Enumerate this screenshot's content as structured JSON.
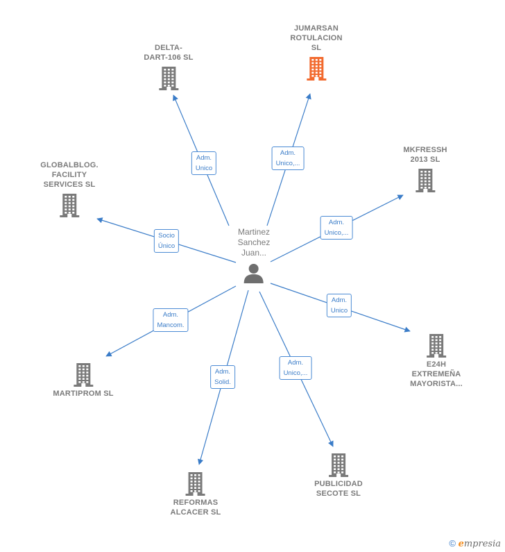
{
  "center": {
    "label": "Martinez\nSanchez\nJuan..."
  },
  "companies": [
    {
      "id": "delta",
      "label": "DELTA-\nDART-106 SL",
      "highlight": false
    },
    {
      "id": "jumarsan",
      "label": "JUMARSAN\nROTULACION\nSL",
      "highlight": true
    },
    {
      "id": "mkfressh",
      "label": "MKFRESSH\n2013 SL",
      "highlight": false
    },
    {
      "id": "globalblog",
      "label": "GLOBALBLOG.\nFACILITY\nSERVICES SL",
      "highlight": false
    },
    {
      "id": "e24h",
      "label": "E24H\nEXTREMEÑA\nMAYORISTA...",
      "highlight": false
    },
    {
      "id": "martiprom",
      "label": "MARTIPROM SL",
      "highlight": false
    },
    {
      "id": "publicidad",
      "label": "PUBLICIDAD\nSECOTE SL",
      "highlight": false
    },
    {
      "id": "reformas",
      "label": "REFORMAS\nALCACER SL",
      "highlight": false
    }
  ],
  "edges": [
    {
      "to": "delta",
      "label": "Adm.\nUnico"
    },
    {
      "to": "jumarsan",
      "label": "Adm.\nUnico,..."
    },
    {
      "to": "mkfressh",
      "label": "Adm.\nUnico,..."
    },
    {
      "to": "globalblog",
      "label": "Socio\nÚnico"
    },
    {
      "to": "e24h",
      "label": "Adm.\nUnico"
    },
    {
      "to": "martiprom",
      "label": "Adm.\nMancom."
    },
    {
      "to": "reformas",
      "label": "Adm.\nSolid."
    },
    {
      "to": "publicidad",
      "label": "Adm.\nUnico,..."
    }
  ],
  "footer": {
    "copyright": "©",
    "brand_initial": "e",
    "brand_rest": "mpresia"
  },
  "colors": {
    "edge": "#3a7cc8",
    "building": "#7a7a7a",
    "highlight": "#f26a2e",
    "person": "#6e6e6e"
  }
}
